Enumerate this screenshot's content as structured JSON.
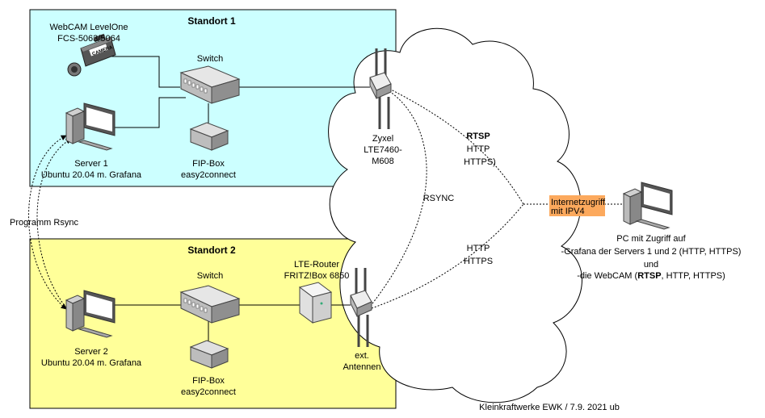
{
  "colors": {
    "standort1_fill": "#ccffff",
    "standort2_fill": "#ffff99",
    "internet_badge": "#fca95d"
  },
  "standort1": {
    "title": "Standort 1",
    "webcam_line1": "WebCAM LevelOne",
    "webcam_line2": "FCS-5063/5064",
    "switch": "Switch",
    "server_line1": "Server 1",
    "server_line2": "Ubuntu 20.04 m. Grafana",
    "fip_line1": "FIP-Box",
    "fip_line2": "easy2connect"
  },
  "standort2": {
    "title": "Standort 2",
    "switch": "Switch",
    "router_line1": "LTE-Router",
    "router_line2": "FRITZ!Box 6850",
    "server_line1": "Server 2",
    "server_line2": "Ubuntu 20.04 m. Grafana",
    "fip_line1": "FIP-Box",
    "fip_line2": "easy2connect",
    "antenna_line1": "ext.",
    "antenna_line2": "Antennen"
  },
  "zyxel": {
    "line1": "Zyxel",
    "line2": "LTE7460-",
    "line3": "M608"
  },
  "protocols": {
    "upper_line1": "RTSP",
    "upper_line2": "HTTP",
    "upper_line3": "HTTPS)",
    "rsync": "RSYNC",
    "lower_line1": "HTTP",
    "lower_line2": "HTTPS"
  },
  "rsync_label": "Programm Rsync",
  "internet_line1": "Internetzugriff",
  "internet_line2": "mit IPV4",
  "pc": {
    "line1": "PC mit Zugriff auf",
    "line2": "-Grafana der Servers 1 und 2 (HTTP, HTTPS)",
    "line3": "und",
    "line4_prefix": "-die WebCAM (",
    "line4_bold": "RTSP",
    "line4_suffix": ", HTTP, HTTPS)"
  },
  "footer": "Kleinkraftwerke EWK /  7.9. 2021 ub"
}
